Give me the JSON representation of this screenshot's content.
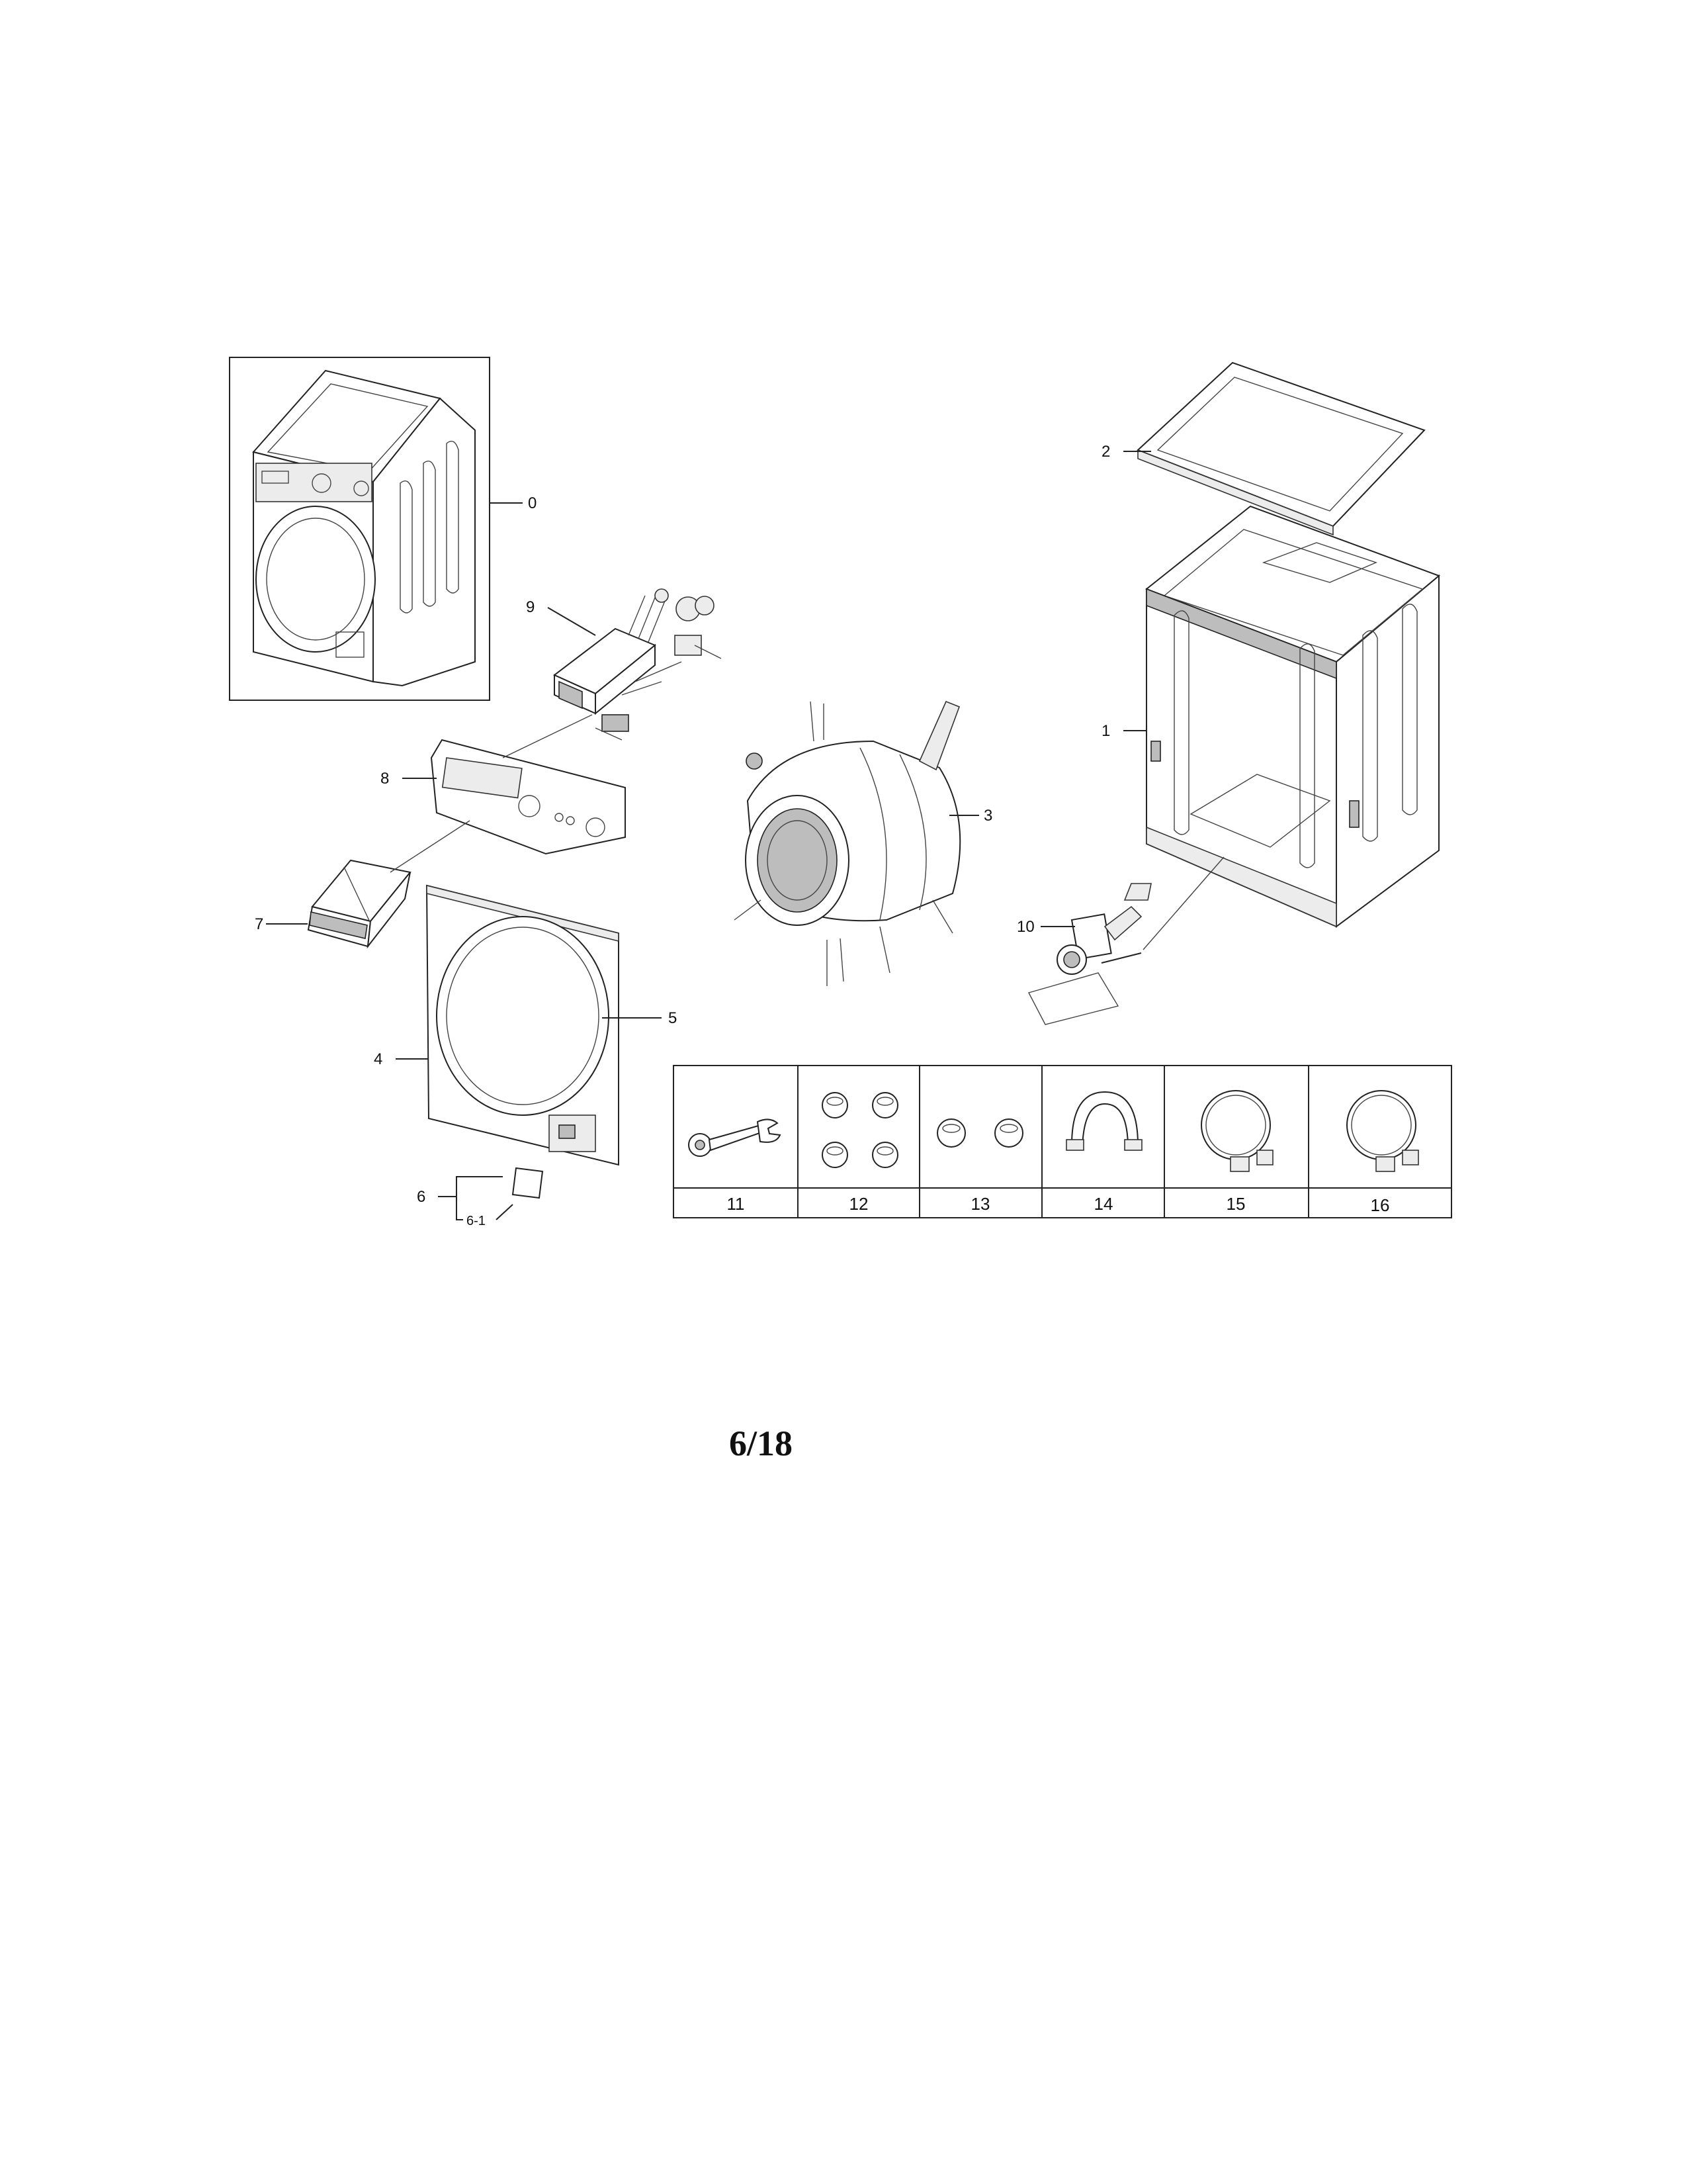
{
  "parts": {
    "p0": "0",
    "p1": "1",
    "p2": "2",
    "p3": "3",
    "p4": "4",
    "p5": "5",
    "p6": "6",
    "p6_1": "6-1",
    "p7": "7",
    "p8": "8",
    "p9": "9",
    "p10": "10"
  },
  "accessories": [
    "11",
    "12",
    "13",
    "14",
    "15",
    "16"
  ],
  "page_number": "6/18"
}
